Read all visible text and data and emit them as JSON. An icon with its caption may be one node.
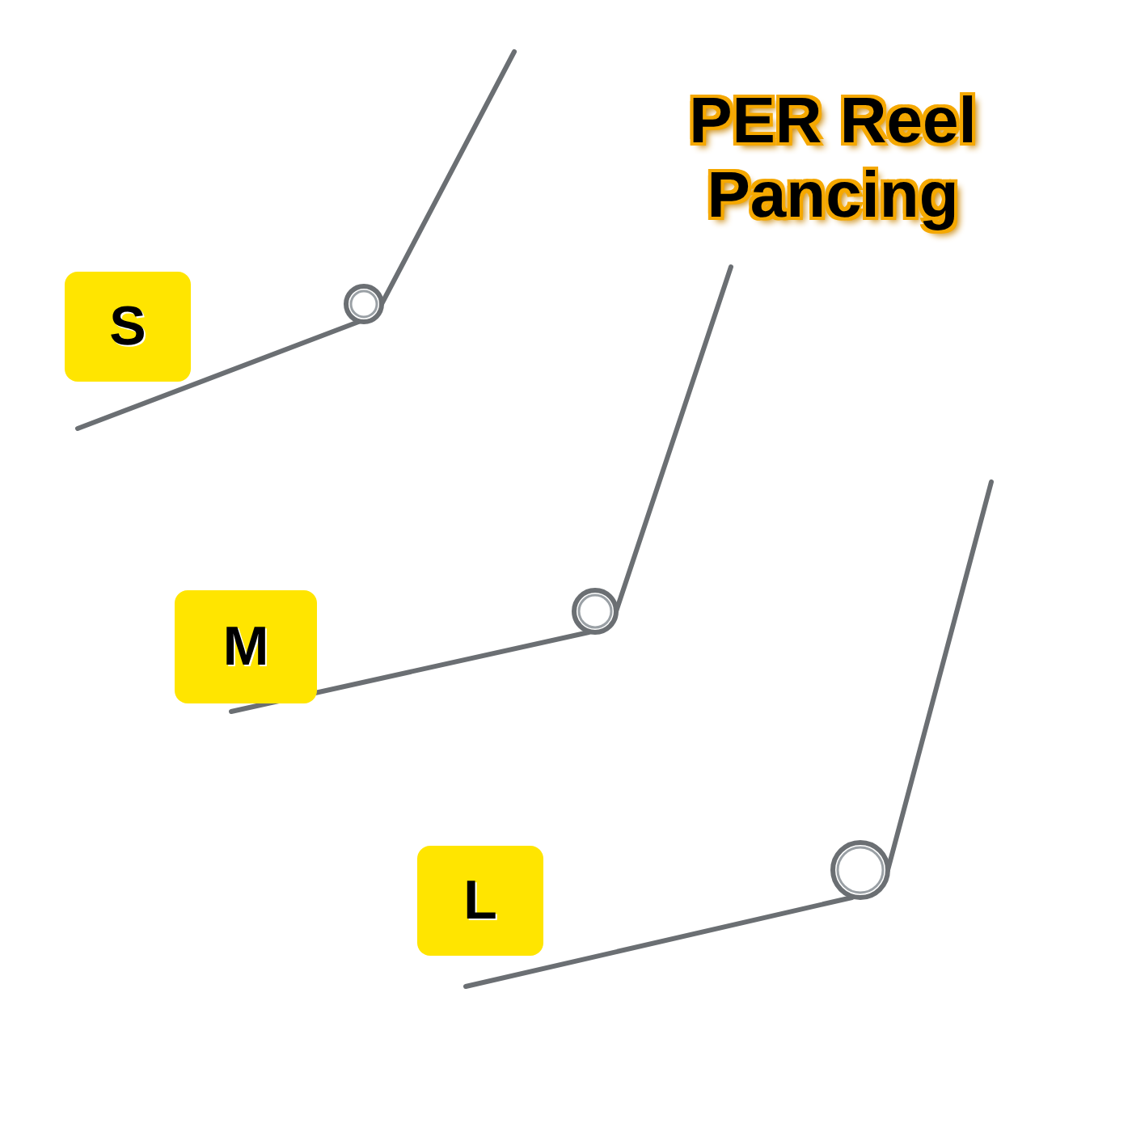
{
  "diagram": {
    "title": "PER Reel Pancing",
    "nodes": [
      {
        "text": [
          "S"
        ]
      },
      {
        "text": [
          "M"
        ]
      },
      {
        "text": [
          "L"
        ]
      }
    ]
  }
}
